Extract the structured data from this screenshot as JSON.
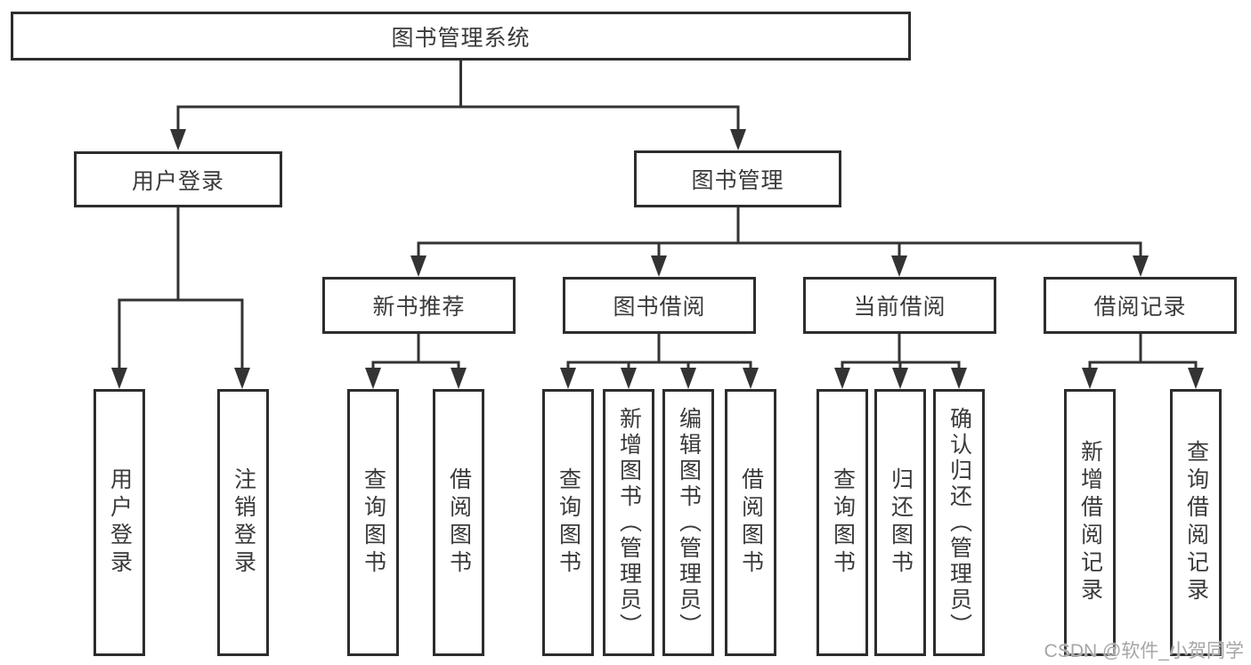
{
  "colors": {
    "line": "#333333",
    "border": "#2d2d2d",
    "text": "#3a3a3a",
    "watermark": "#a6a6a6",
    "background": "#ffffff"
  },
  "watermark": {
    "text": "CSDN @软件_小贺同学"
  },
  "nodes": {
    "root": {
      "label": "图书管理系统"
    },
    "level2": {
      "user_login": {
        "label": "用户登录"
      },
      "book_mgmt": {
        "label": "图书管理"
      }
    },
    "level3": {
      "new_book_rec": {
        "label": "新书推荐"
      },
      "book_borrow": {
        "label": "图书借阅"
      },
      "current_borrow": {
        "label": "当前借阅"
      },
      "borrow_records": {
        "label": "借阅记录"
      }
    },
    "leaves": {
      "ul_user_login": {
        "label": "用户登录"
      },
      "ul_logout": {
        "label": "注销登录"
      },
      "nb_query_book": {
        "label": "查询图书"
      },
      "nb_borrow_book": {
        "label": "借阅图书"
      },
      "bb_query_book": {
        "label": "查询图书"
      },
      "bb_add_book": {
        "label": "新增图书（管理员）"
      },
      "bb_edit_book": {
        "label": "编辑图书（管理员）"
      },
      "bb_borrow_book": {
        "label": "借阅图书"
      },
      "cb_query_book": {
        "label": "查询图书"
      },
      "cb_return_book": {
        "label": "归还图书"
      },
      "cb_confirm_return": {
        "label": "确认归还（管理员）"
      },
      "br_add_record": {
        "label": "新增借阅记录"
      },
      "br_query_record": {
        "label": "查询借阅记录"
      }
    }
  }
}
